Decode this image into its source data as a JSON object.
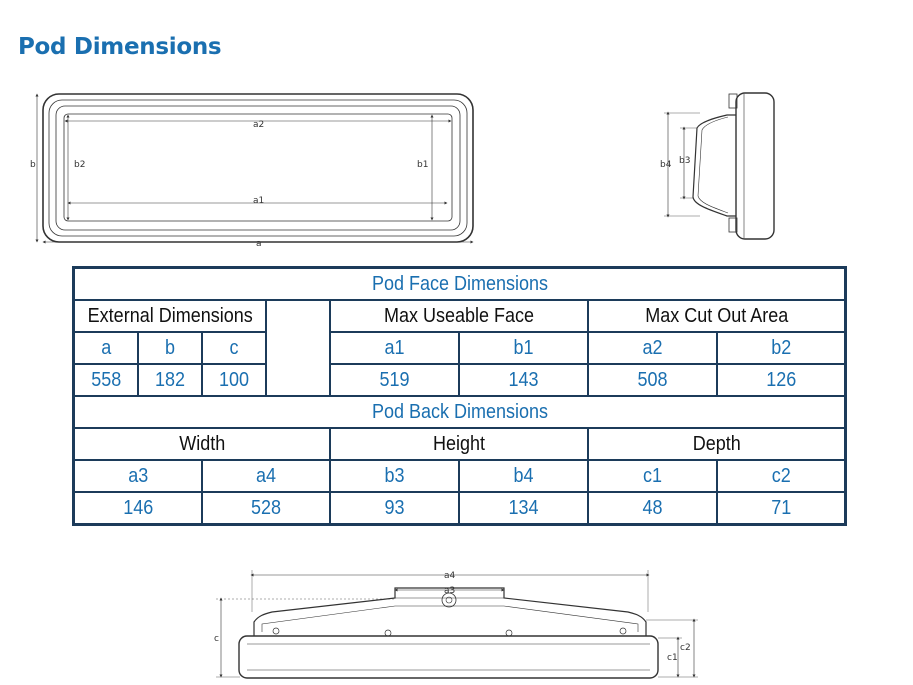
{
  "page": {
    "title": "Pod Dimensions"
  },
  "diagram_labels": {
    "front": {
      "a": "a",
      "b": "b",
      "a1": "a1",
      "a2": "a2",
      "b1": "b1",
      "b2": "b2"
    },
    "side": {
      "b3": "b3",
      "b4": "b4"
    },
    "back": {
      "a3": "a3",
      "a4": "a4",
      "c": "c",
      "c1": "c1",
      "c2": "c2"
    }
  },
  "table": {
    "face_title": "Pod Face Dimensions",
    "external": {
      "label": "External Dimensions",
      "cols": [
        "a",
        "b",
        "c"
      ],
      "values": [
        "558",
        "182",
        "100"
      ]
    },
    "useable": {
      "label": "Max Useable Face",
      "cols": [
        "a1",
        "b1"
      ],
      "values": [
        "519",
        "143"
      ]
    },
    "cutout": {
      "label": "Max Cut Out Area",
      "cols": [
        "a2",
        "b2"
      ],
      "values": [
        "508",
        "126"
      ]
    },
    "back_title": "Pod Back Dimensions",
    "width": {
      "label": "Width",
      "cols": [
        "a3",
        "a4"
      ],
      "values": [
        "146",
        "528"
      ]
    },
    "height": {
      "label": "Height",
      "cols": [
        "b3",
        "b4"
      ],
      "values": [
        "93",
        "134"
      ]
    },
    "depth": {
      "label": "Depth",
      "cols": [
        "c1",
        "c2"
      ],
      "values": [
        "48",
        "71"
      ]
    }
  }
}
